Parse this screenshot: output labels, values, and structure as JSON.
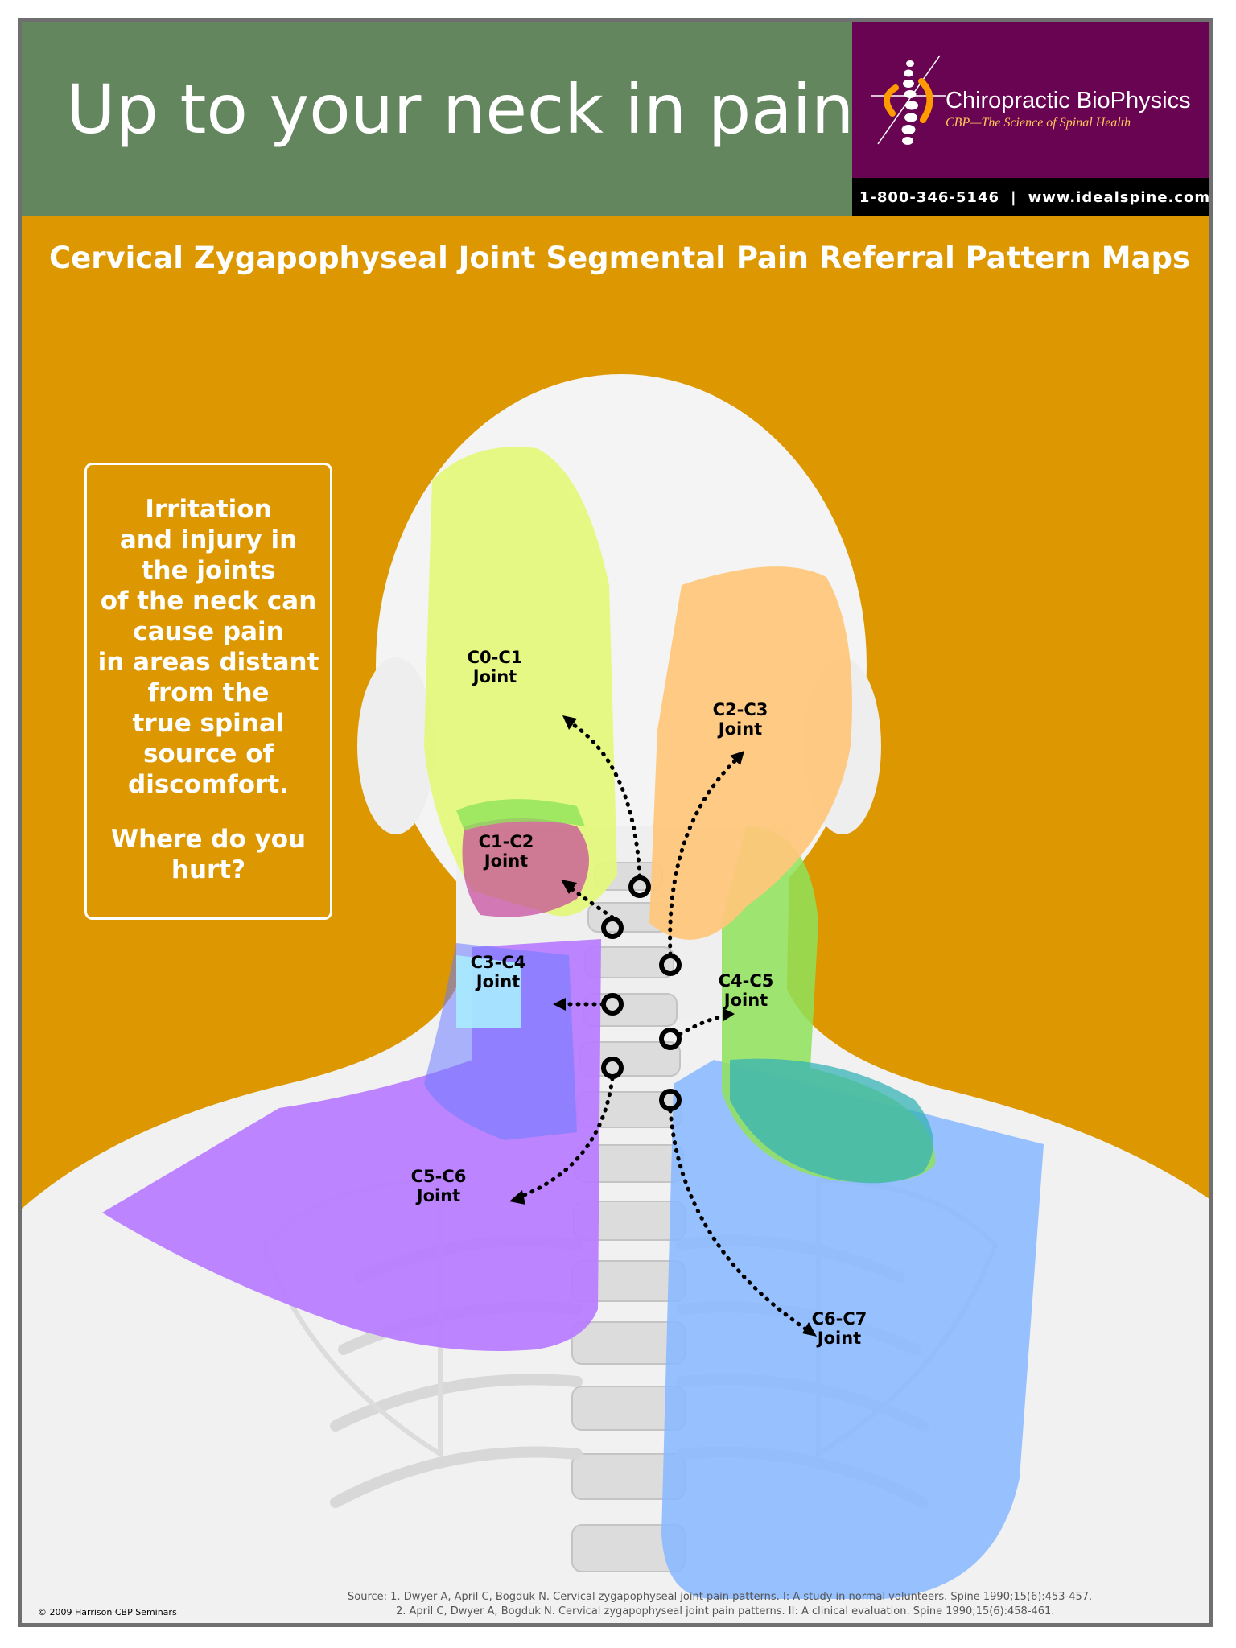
{
  "header": {
    "headline": "Up to your neck in pain?",
    "brand_name": "Chiropractic BioPhysics",
    "brand_tagline": "CBP—The Science of Spinal Health",
    "phone": "1-800-346-5146",
    "separator": "|",
    "website": "www.idealspine.com"
  },
  "subtitle": "Cervical Zygapophyseal Joint Segmental Pain Referral Pattern Maps",
  "callout": {
    "lines": [
      "Irritation",
      "and injury in",
      "the joints",
      "of the neck can",
      "cause pain",
      "in areas distant",
      "from the",
      "true spinal",
      "source of",
      "discomfort."
    ],
    "question_lines": [
      "Where do you",
      "hurt?"
    ]
  },
  "joints": [
    {
      "name": "C0-C1",
      "word": "Joint",
      "color": "#e4f77a"
    },
    {
      "name": "C2-C3",
      "word": "Joint",
      "color": "#ffc77a"
    },
    {
      "name": "C1-C2",
      "word": "Joint",
      "color": "#c64a9c"
    },
    {
      "name": "C3-C4",
      "word": "Joint",
      "color": "#a8ecff"
    },
    {
      "name": "C4-C5",
      "word": "Joint",
      "color": "#8fe25a"
    },
    {
      "name": "C5-C6",
      "word": "Joint",
      "color": "#b77bff"
    },
    {
      "name": "C6-C7",
      "word": "Joint",
      "color": "#8ab8ff"
    }
  ],
  "colors": {
    "header_green": "#64865f",
    "brand_purple": "#690452",
    "background_orange": "#dd9700"
  },
  "footer": {
    "copyright": "© 2009 Harrison CBP Seminars",
    "source_line_1": "Source:  1. Dwyer A, April C, Bogduk N. Cervical zygapophyseal joint pain patterns. I: A study in normal volunteers. Spine 1990;15(6):453-457.",
    "source_line_2": "2. April C, Dwyer A, Bogduk N. Cervical zygapophyseal joint pain patterns. II: A clinical evaluation. Spine 1990;15(6):458-461."
  }
}
